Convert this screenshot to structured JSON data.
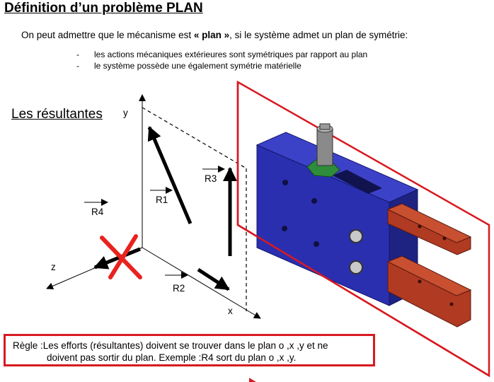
{
  "header": {
    "title": "Définition d’un problème PLAN",
    "intro_before": "On peut admettre que le mécanisme est ",
    "intro_bold": "« plan »",
    "intro_after": ", si le système admet un plan de symétrie:",
    "bullets": [
      "les actions mécaniques extérieures sont symétriques par rapport au plan",
      "le système possède une également symétrie matérielle"
    ]
  },
  "diagram": {
    "subtitle": "Les résultantes",
    "axis_y": "y",
    "axis_x": "x",
    "axis_z": "z",
    "forces": {
      "r1": "R1",
      "r2": "R2",
      "r3": "R3",
      "r4": "R4"
    },
    "colors": {
      "plane": "#d81920",
      "body": "#2a2fb0",
      "arm": "#b03a22",
      "nut": "#2e8c3a",
      "cross": "#e8231f"
    }
  },
  "rule": {
    "line1": "Règle :Les efforts (résultantes) doivent se trouver dans le plan  o ,x ,y et ne",
    "line2": "doivent pas sortir du plan. Exemple :R4 sort du plan o ,x ,y."
  }
}
